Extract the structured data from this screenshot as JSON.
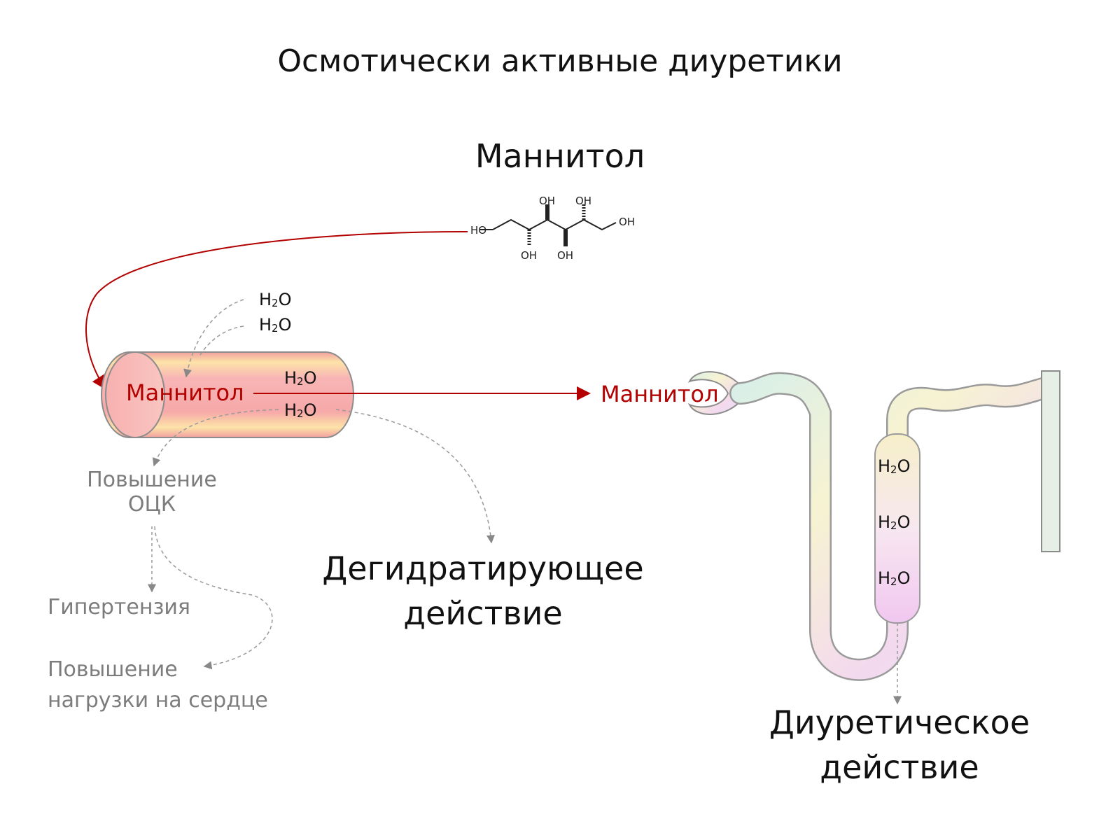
{
  "title": "Осмотически активные диуретики",
  "drug_name": "Маннитол",
  "molecule": {
    "name": "mannitol-structure",
    "groups": {
      "ho": "HO",
      "oh": "OH"
    }
  },
  "vessel": {
    "drug_label": "Маннитол",
    "water_in": [
      {
        "h": "H",
        "sub": "2",
        "o": "O"
      },
      {
        "h": "H",
        "sub": "2",
        "o": "O"
      }
    ],
    "water_inside": [
      {
        "h": "H",
        "sub": "2",
        "o": "O"
      },
      {
        "h": "H",
        "sub": "2",
        "o": "O"
      }
    ]
  },
  "effects": {
    "ock_line1": "Повышение",
    "ock_line2": "ОЦК",
    "hypertension": "Гипертензия",
    "heart_line1": "Повышение",
    "heart_line2": "нагрузки на сердце",
    "dehydrating_line1": "Дегидратирующее",
    "dehydrating_line2": "действие"
  },
  "nephron": {
    "drug_label": "Маннитол",
    "water": [
      {
        "h": "H",
        "sub": "2",
        "o": "O"
      },
      {
        "h": "H",
        "sub": "2",
        "o": "O"
      },
      {
        "h": "H",
        "sub": "2",
        "o": "O"
      }
    ],
    "effect_line1": "Диуретическое",
    "effect_line2": "действие"
  },
  "colors": {
    "accent_red": "#b30000",
    "effect_grey": "#7c7c7c",
    "vessel_pink": "#f5a3a3",
    "nephron_outline": "#9a9a9a"
  }
}
